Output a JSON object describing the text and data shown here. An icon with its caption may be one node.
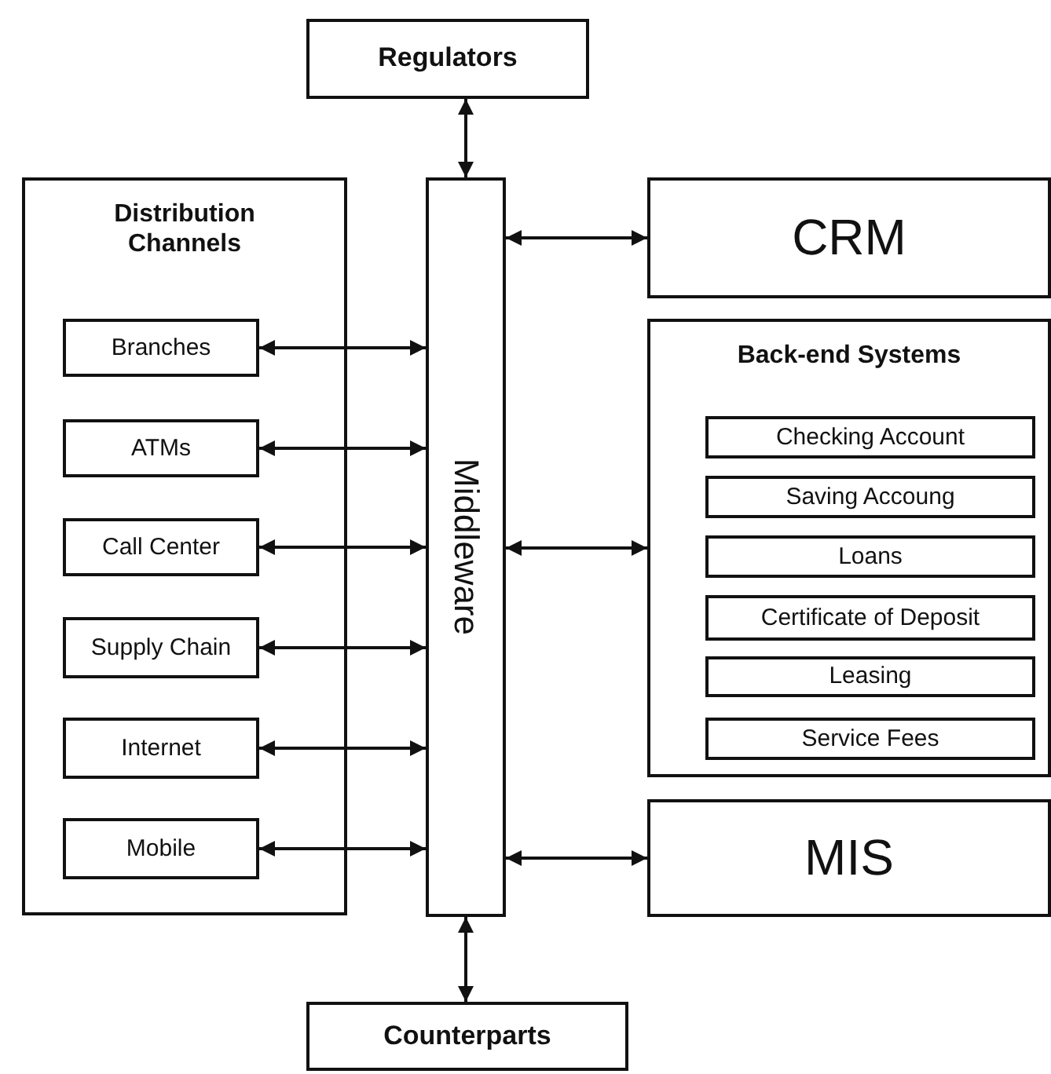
{
  "diagram": {
    "nodes": [
      {
        "text": [
          "Regulators"
        ]
      },
      {
        "text": [
          "Distribution Channels"
        ]
      },
      {
        "text": [
          "Branches"
        ],
        "in": 1
      },
      {
        "text": [
          "ATMs"
        ],
        "in": 1
      },
      {
        "text": [
          "Call Center"
        ],
        "in": 1
      },
      {
        "text": [
          "Supply Chain"
        ],
        "in": 1
      },
      {
        "text": [
          "Internet"
        ],
        "in": 1
      },
      {
        "text": [
          "Mobile"
        ],
        "in": 1
      },
      {
        "text": [
          "Middleware"
        ]
      },
      {
        "text": [
          "CRM"
        ]
      },
      {
        "text": [
          "Back-end Systems"
        ]
      },
      {
        "text": [
          "Checking Account"
        ],
        "in": 10
      },
      {
        "text": [
          "Saving Accoung"
        ],
        "in": 10
      },
      {
        "text": [
          "Loans"
        ],
        "in": 10
      },
      {
        "text": [
          "Certificate of Deposit"
        ],
        "in": 10
      },
      {
        "text": [
          "Leasing"
        ],
        "in": 10
      },
      {
        "text": [
          "Service Fees"
        ],
        "in": 10
      },
      {
        "text": [
          "MIS"
        ]
      },
      {
        "text": [
          "Counterparts"
        ]
      }
    ],
    "edges": [
      {
        "from": 0,
        "to": 8,
        "arrow": "both"
      },
      {
        "from": 2,
        "to": 8,
        "arrow": "both"
      },
      {
        "from": 3,
        "to": 8,
        "arrow": "both"
      },
      {
        "from": 4,
        "to": 8,
        "arrow": "both"
      },
      {
        "from": 5,
        "to": 8,
        "arrow": "both"
      },
      {
        "from": 6,
        "to": 8,
        "arrow": "both"
      },
      {
        "from": 7,
        "to": 8,
        "arrow": "both"
      },
      {
        "from": 8,
        "to": 9,
        "arrow": "both"
      },
      {
        "from": 8,
        "to": 10,
        "arrow": "both"
      },
      {
        "from": 8,
        "to": 17,
        "arrow": "both"
      },
      {
        "from": 8,
        "to": 18,
        "arrow": "both"
      }
    ]
  }
}
